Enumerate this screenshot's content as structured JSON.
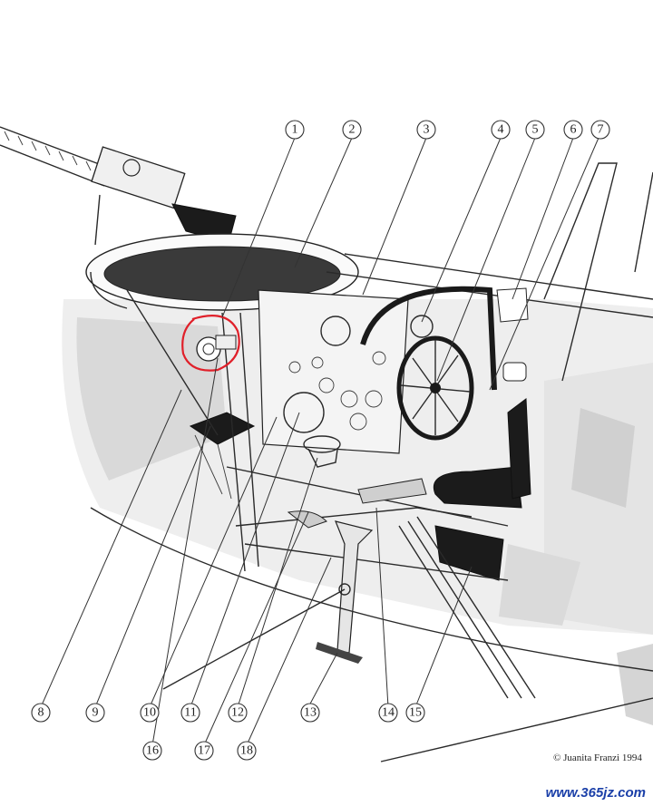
{
  "callouts": [
    {
      "number": "1"
    },
    {
      "number": "2"
    },
    {
      "number": "3"
    },
    {
      "number": "4"
    },
    {
      "number": "5"
    },
    {
      "number": "6"
    },
    {
      "number": "7"
    },
    {
      "number": "8"
    },
    {
      "number": "9"
    },
    {
      "number": "10"
    },
    {
      "number": "11"
    },
    {
      "number": "12"
    },
    {
      "number": "13"
    },
    {
      "number": "14"
    },
    {
      "number": "15"
    },
    {
      "number": "16"
    },
    {
      "number": "17"
    },
    {
      "number": "18"
    }
  ],
  "credit": "© Juanita Franzi 1994",
  "watermark": "www.365jz.com",
  "colors": {
    "highlight": "#e0202a",
    "watermark": "#1a3fa8"
  }
}
